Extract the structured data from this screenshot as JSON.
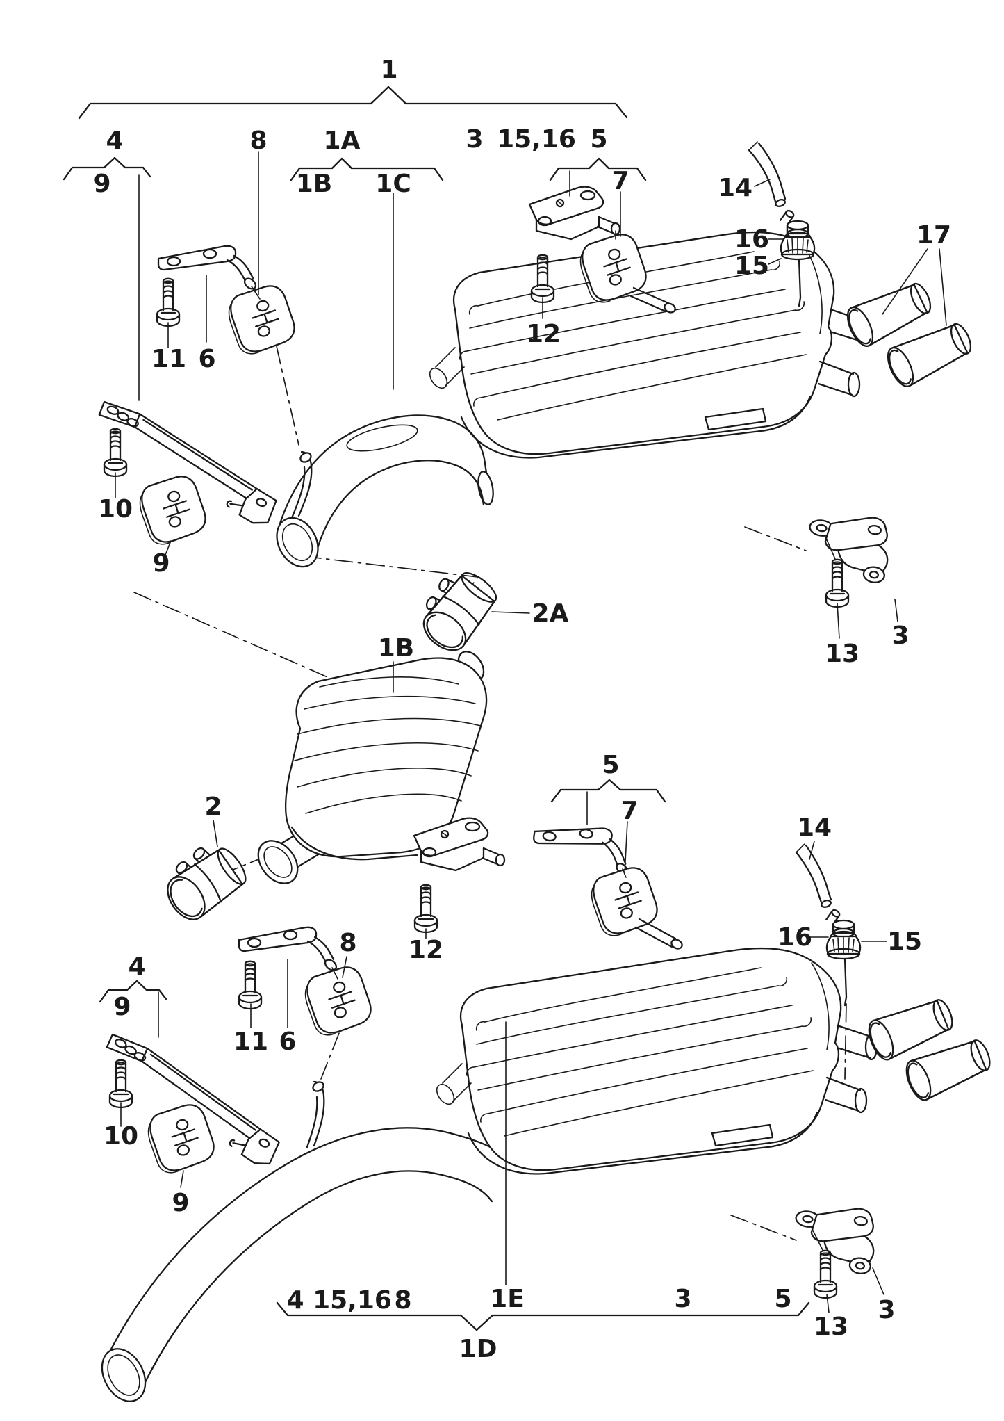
{
  "colors": {
    "ink": "#1a1a1a",
    "background": "#ffffff"
  },
  "labels": {
    "one": "1",
    "four_top": "4",
    "eight_top": "8",
    "oneA": "1A",
    "three_top": "3",
    "fifteen_sixteen_top": "15,16",
    "five_top": "5",
    "nine_brace_top": "9",
    "oneB_sub": "1B",
    "oneC": "1C",
    "seven_top": "7",
    "eleven_top": "11",
    "six_top": "6",
    "twelve_top": "12",
    "fourteen_top": "14",
    "sixteen_top": "16",
    "fifteen_top": "15",
    "seventeen": "17",
    "ten_top": "10",
    "nine_mount_top": "9",
    "twoA": "2A",
    "thirteen_top": "13",
    "three_hanger_top": "3",
    "oneB_mid": "1B",
    "two_mid": "2",
    "five_bot": "5",
    "seven_bot": "7",
    "fourteen_bot": "14",
    "sixteen_bot": "16",
    "fifteen_bot": "15",
    "twelve_bot": "12",
    "four_bot": "4",
    "nine_brace_bot": "9",
    "eight_bot": "8",
    "eleven_bot": "11",
    "six_bot": "6",
    "ten_bot": "10",
    "nine_mount_bot": "9",
    "thirteen_bot": "13",
    "three_hanger_bot": "3",
    "row_four": "4",
    "row_fifteen_sixteen": "15,16",
    "row_eight": "8",
    "row_oneE": "1E",
    "row_three": "3",
    "row_five": "5",
    "row_oneD": "1D"
  }
}
